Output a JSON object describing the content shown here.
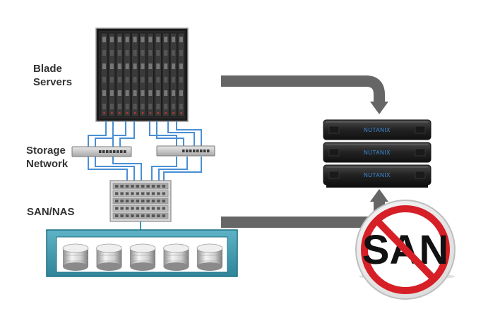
{
  "labels": {
    "blade_servers_line1": "Blade",
    "blade_servers_line2": "Servers",
    "storage_network_line1": "Storage",
    "storage_network_line2": "Network",
    "san_nas": "SAN/NAS"
  },
  "nutanix_nodes": [
    "NUTANIX",
    "NUTANIX",
    "NUTANIX"
  ],
  "no_san_sign": {
    "text": "SAN"
  },
  "colors": {
    "arrow": "#666666",
    "cable": "#4a8fd4",
    "storage_box_fill": "#3f9bb0",
    "storage_box_border": "#1d6f82",
    "no_sign_red": "#d61f26",
    "nutanix_chassis": "#2a2a2a",
    "nutanix_accent": "#3d8fe0"
  },
  "icons": {
    "blade_chassis": "blade-server-chassis-icon",
    "switch": "network-switch-icon",
    "san_controller": "san-controller-icon",
    "disk": "disk-drive-icon",
    "no_san": "prohibition-sign-icon"
  }
}
